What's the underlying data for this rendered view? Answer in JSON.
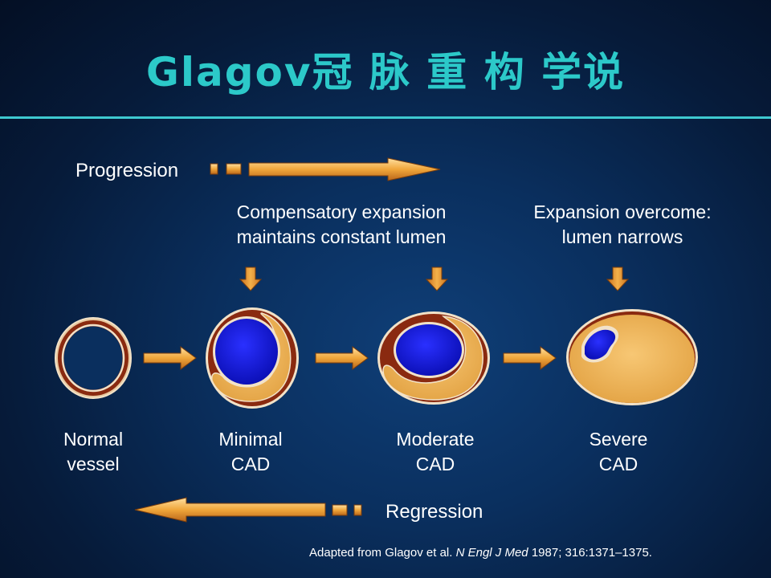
{
  "title": "Glagov冠 脉 重 构 学说",
  "progression": {
    "label": "Progression"
  },
  "regression": {
    "label": "Regression"
  },
  "annotations": {
    "compensatory_line1": "Compensatory expansion",
    "compensatory_line2": "maintains constant lumen",
    "overcome_line1": "Expansion overcome:",
    "overcome_line2": "lumen narrows"
  },
  "stages": [
    {
      "line1": "Normal",
      "line2": "vessel"
    },
    {
      "line1": "Minimal",
      "line2": "CAD"
    },
    {
      "line1": "Moderate",
      "line2": "CAD"
    },
    {
      "line1": "Severe",
      "line2": "CAD"
    }
  ],
  "citation": {
    "prefix": "Adapted from Glagov et al. ",
    "journal": "N Engl J Med",
    "suffix": " 1987; 316:1371–1375."
  },
  "colors": {
    "title": "#2cc9c9",
    "rule": "#3ec9d0",
    "arrow": "#f0a63a",
    "plaque": "#f1b65a",
    "vessel_wall": "#8a2a10",
    "lumen": "#1a1ee0"
  }
}
